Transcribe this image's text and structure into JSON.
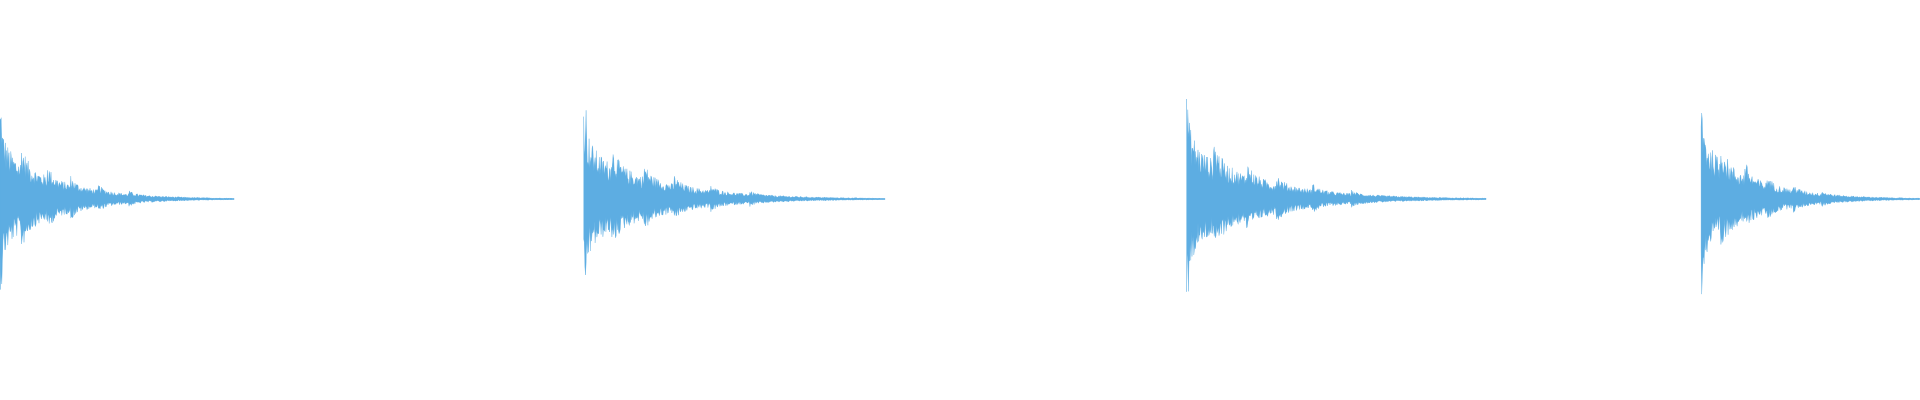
{
  "waveform": {
    "color": "#5dade2",
    "background": "#ffffff",
    "clips": [
      {
        "onset": 0.0,
        "duration": 0.122,
        "amplitude": 0.94
      },
      {
        "onset": 0.304,
        "duration": 0.157,
        "amplitude": 0.92
      },
      {
        "onset": 0.618,
        "duration": 0.156,
        "amplitude": 0.99
      },
      {
        "onset": 0.886,
        "duration": 0.114,
        "amplitude": 1.0
      }
    ]
  }
}
